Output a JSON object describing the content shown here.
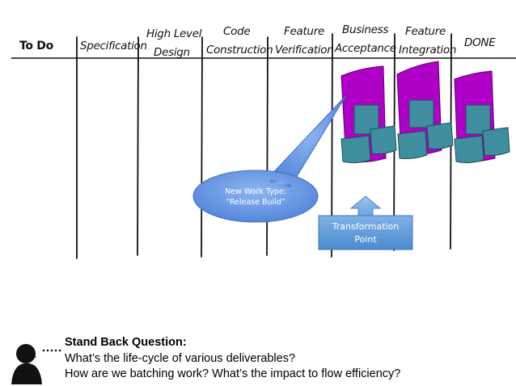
{
  "board": {
    "columns": [
      {
        "id": "todo",
        "lines": [
          "To Do"
        ]
      },
      {
        "id": "specification",
        "lines": [
          "Specification"
        ]
      },
      {
        "id": "high-level-design",
        "lines": [
          "High Level",
          "Design"
        ]
      },
      {
        "id": "code-construction",
        "lines": [
          "Code",
          "Construction"
        ]
      },
      {
        "id": "feature-verification",
        "lines": [
          "Feature",
          "Verification"
        ]
      },
      {
        "id": "business-acceptance",
        "lines": [
          "Business",
          "Acceptance"
        ]
      },
      {
        "id": "feature-integration",
        "lines": [
          "Feature",
          "Integration"
        ]
      },
      {
        "id": "done",
        "lines": [
          "DONE"
        ]
      }
    ]
  },
  "speech_bubble": {
    "line1": "New Work Type:",
    "line2": "“Release Build”"
  },
  "transformation_callout": {
    "line1": "Transformation",
    "line2": "Point"
  },
  "question": {
    "title": "Stand Back Question:",
    "line1": "What’s the life-cycle of various deliverables?",
    "line2": "How are we batching work? What’s the impact to flow efficiency?"
  },
  "colors": {
    "release_card": "#b000c8",
    "release_card_border": "#5a006a",
    "work_card": "#3f8ea0",
    "work_card_border": "#1d4d59",
    "bubble": "#5b8ee0",
    "callout": "#5b9bd5"
  }
}
